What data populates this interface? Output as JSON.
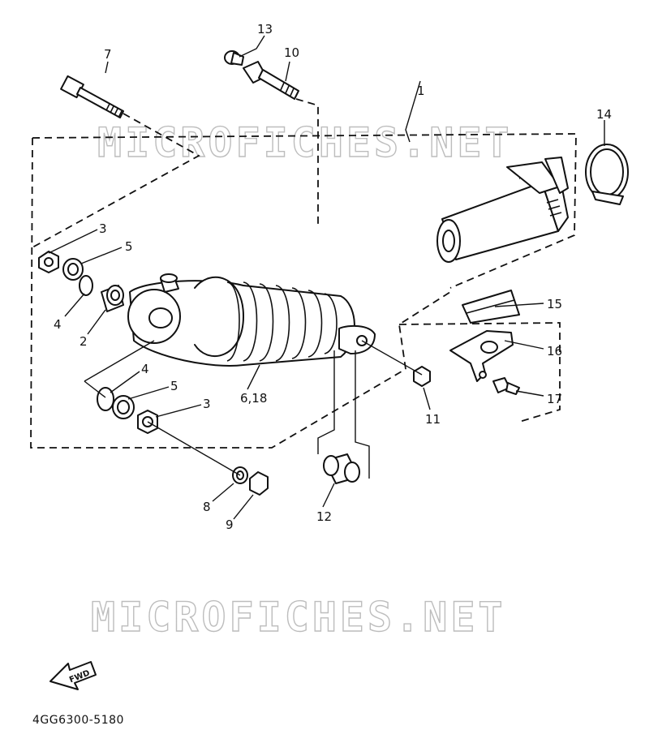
{
  "watermark_text": "MICROFICHES.NET",
  "diagram_code": "4GG6300-5180",
  "fwd_label": "FWD",
  "callouts": {
    "c1": "1",
    "c2": "2",
    "c3a": "3",
    "c3b": "3",
    "c4a": "4",
    "c4b": "4",
    "c5a": "5",
    "c5b": "5",
    "c6_18": "6,18",
    "c7": "7",
    "c8": "8",
    "c9": "9",
    "c10": "10",
    "c11": "11",
    "c12": "12",
    "c13": "13",
    "c14": "14",
    "c15": "15",
    "c16": "16",
    "c17": "17"
  }
}
